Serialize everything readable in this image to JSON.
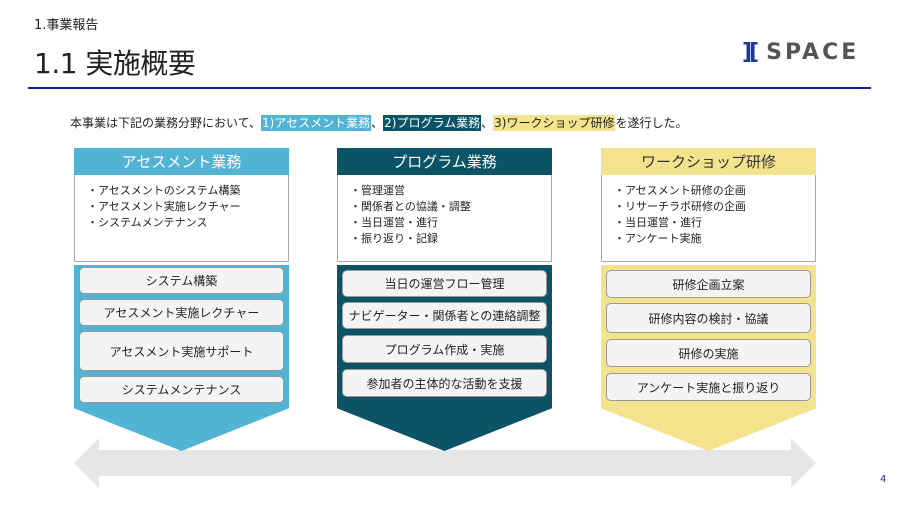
{
  "header": {
    "section": "1.事業報告",
    "title": "1.1 実施概要",
    "logo_text": "SPACE",
    "logo_mark": "]["
  },
  "intro": {
    "prefix": "本事業は下記の業務分野において、",
    "h1": "1)アセスメント業務",
    "sep1": "、",
    "h2": "2)プログラム業務",
    "sep2": "、",
    "h3": "3)ワークショップ研修",
    "suffix": "を遂行した。"
  },
  "columns": [
    {
      "title": "アセスメント業務",
      "color": "#52b4d3",
      "text_color": "#ffffff",
      "bullets": [
        "・アセスメントのシステム構築",
        "・アセスメント実施レクチャー",
        "・システムメンテナンス"
      ],
      "items": [
        "システム構築",
        "アセスメント実施レクチャー",
        "アセスメント実施サポート",
        "システムメンテナンス"
      ]
    },
    {
      "title": "プログラム業務",
      "color": "#0b5468",
      "text_color": "#ffffff",
      "bullets": [
        "・管理運営",
        "・関係者との協議・調整",
        "・当日運営・進行",
        "・振り返り・記録"
      ],
      "items": [
        "当日の運営フロー管理",
        "ナビゲーター・関係者との連絡調整",
        "プログラム作成・実施",
        "参加者の主体的な活動を支援"
      ]
    },
    {
      "title": "ワークショップ研修",
      "color": "#f3e38c",
      "text_color": "#333333",
      "bullets": [
        "・アセスメント研修の企画",
        "・リサーチラボ研修の企画",
        "・当日運営・進行",
        "・アンケート実施"
      ],
      "items": [
        "研修企画立案",
        "研修内容の検討・協議",
        "研修の実施",
        "アンケート実施と振り返り"
      ]
    }
  ],
  "page_number": "4"
}
